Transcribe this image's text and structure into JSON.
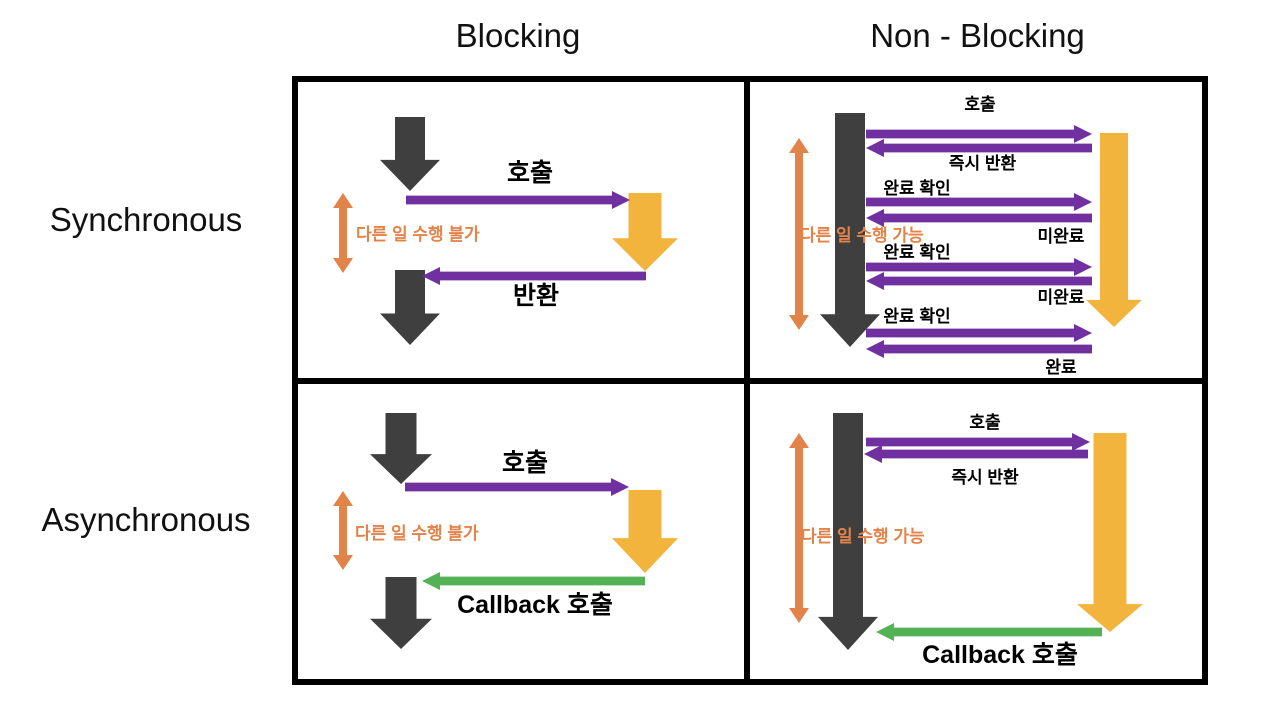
{
  "colors": {
    "purple": "#7030A0",
    "gold": "#F2B43C",
    "dark": "#3F3F3F",
    "orange": "#E2834A",
    "green": "#55B155",
    "grid": "#000000"
  },
  "column_headers": {
    "blocking": "Blocking",
    "non_blocking": "Non - Blocking"
  },
  "row_headers": {
    "synchronous": "Synchronous",
    "asynchronous": "Asynchronous"
  },
  "quadrants": {
    "sync_blocking": {
      "call": "호출",
      "return": "반환",
      "note": "다른 일 수행 불가"
    },
    "sync_nonblocking": {
      "note": "다른 일 수행 가능",
      "exchanges": [
        {
          "request": "호출",
          "response": "즉시 반환"
        },
        {
          "request": "완료 확인",
          "response": "미완료"
        },
        {
          "request": "완료 확인",
          "response": "미완료"
        },
        {
          "request": "완료 확인",
          "response": "완료"
        }
      ]
    },
    "async_blocking": {
      "call": "호출",
      "callback": "Callback 호출",
      "note": "다른 일 수행 불가"
    },
    "async_nonblocking": {
      "call": "호출",
      "immediate_return": "즉시 반환",
      "callback": "Callback 호출",
      "note": "다른 일 수행 가능"
    }
  }
}
